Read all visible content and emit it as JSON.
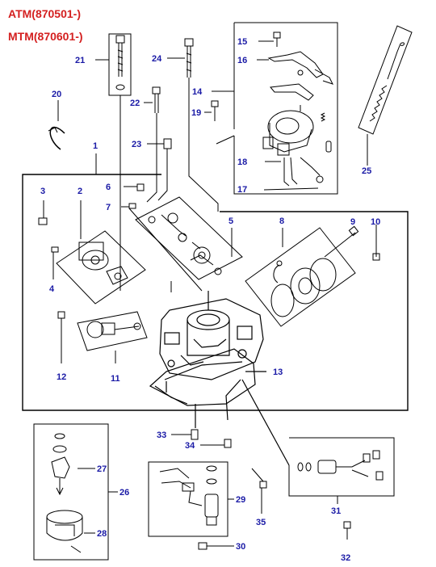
{
  "header": {
    "atm_label": "ATM(870501-)",
    "mtm_label": "MTM(870601-)",
    "color": "#d42020"
  },
  "callout_color": "#1a1aa6",
  "callouts": [
    "1",
    "2",
    "3",
    "4",
    "5",
    "6",
    "7",
    "8",
    "9",
    "10",
    "11",
    "12",
    "13",
    "14",
    "15",
    "16",
    "17",
    "18",
    "19",
    "20",
    "21",
    "22",
    "23",
    "24",
    "25",
    "26",
    "27",
    "28",
    "29",
    "30",
    "31",
    "32",
    "33",
    "34",
    "35"
  ]
}
